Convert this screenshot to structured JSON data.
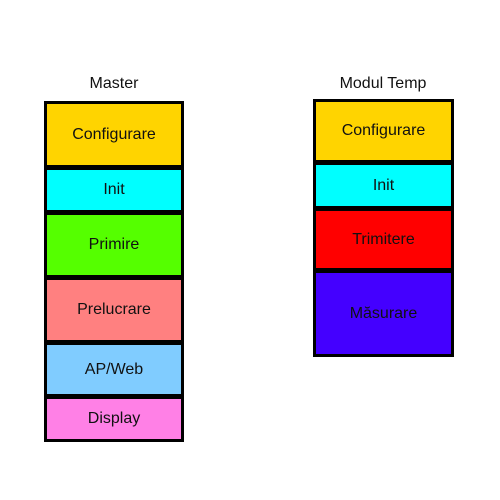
{
  "master": {
    "title": "Master",
    "blocks": [
      {
        "label": "Configurare",
        "color": "#FFD400"
      },
      {
        "label": "Init",
        "color": "#00FFFF"
      },
      {
        "label": "Primire",
        "color": "#55FF00"
      },
      {
        "label": "Prelucrare",
        "color": "#FF8080"
      },
      {
        "label": "AP/Web",
        "color": "#80CCFF"
      },
      {
        "label": "Display",
        "color": "#FF80E6"
      }
    ]
  },
  "modul_temp": {
    "title": "Modul Temp",
    "blocks": [
      {
        "label": "Configurare",
        "color": "#FFD400"
      },
      {
        "label": "Init",
        "color": "#00FFFF"
      },
      {
        "label": "Trimitere",
        "color": "#FF0000"
      },
      {
        "label": "Măsurare",
        "color": "#4400FF"
      }
    ]
  }
}
